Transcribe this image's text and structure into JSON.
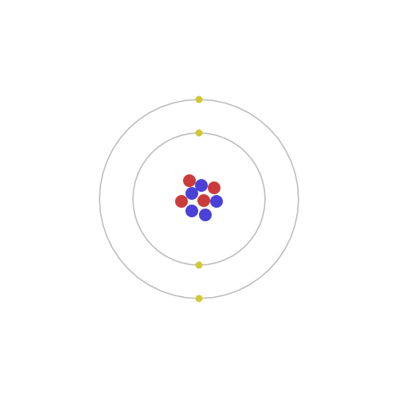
{
  "atom_diagram": {
    "orbits": [
      {
        "shell": 1,
        "electron_count": 2
      },
      {
        "shell": 2,
        "electron_count": 2
      }
    ],
    "nucleus": {
      "protons": 4,
      "neutrons": 5
    },
    "colors": {
      "orbit": "#bdbdbd",
      "electron": "#d2c832",
      "proton": "#cc3b3b",
      "neutron": "#4a42d8"
    }
  }
}
